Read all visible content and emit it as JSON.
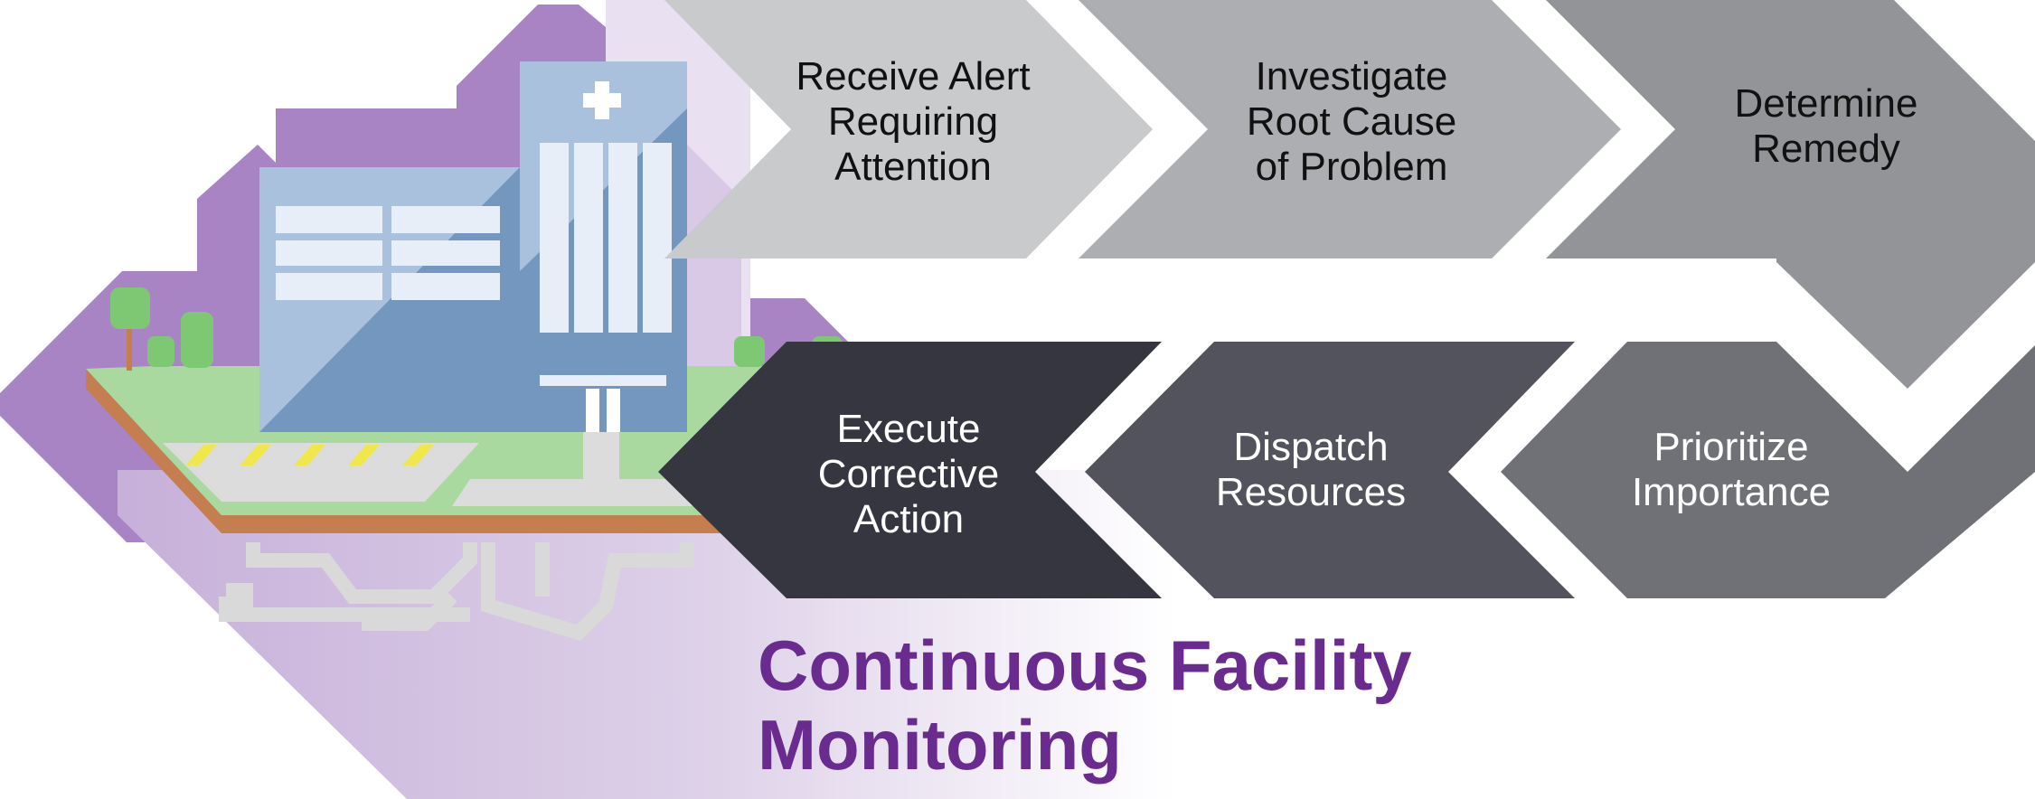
{
  "title": "Continuous Facility\nMonitoring",
  "steps": [
    {
      "label": "Receive Alert\nRequiring\nAttention",
      "color": "#c9cacc"
    },
    {
      "label": "Investigate\nRoot Cause\nof Problem",
      "color": "#adaeb1"
    },
    {
      "label": "Determine\nRemedy",
      "color": "#939498"
    },
    {
      "label": "Prioritize\nImportance",
      "color": "#707177"
    },
    {
      "label": "Dispatch\nResources",
      "color": "#52535c"
    },
    {
      "label": "Execute\nCorrective\nAction",
      "color": "#353640"
    }
  ],
  "colors": {
    "accent_purple": "#6a2b8f",
    "background_purple": "#a884c4",
    "light_purple": "#d5c3e3",
    "building_blue": "#7497c0",
    "building_light": "#a9c1dc",
    "grass": "#aad9a0",
    "soil": "#c47e50",
    "tree": "#7fc873"
  }
}
